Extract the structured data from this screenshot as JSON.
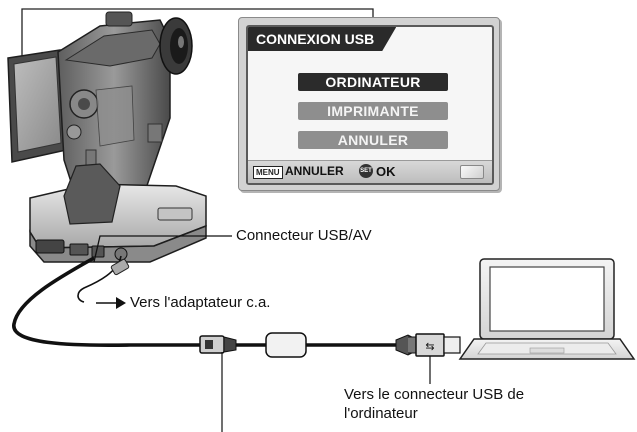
{
  "lcd_menu": {
    "title": "CONNEXION USB",
    "items": [
      {
        "label": "ORDINATEUR",
        "selected": true
      },
      {
        "label": "IMPRIMANTE",
        "selected": false
      },
      {
        "label": "ANNULER",
        "selected": false
      }
    ],
    "footer": {
      "menu_key": "MENU",
      "cancel_label": "ANNULER",
      "set_key": "SET",
      "ok_label": "OK"
    }
  },
  "callouts": {
    "usb_av_connector": "Connecteur USB/AV",
    "ac_adapter": "Vers l'adaptateur c.a.",
    "computer_usb_line1": "Vers le connecteur USB de",
    "computer_usb_line2": "l'ordinateur"
  },
  "icons": [
    "camcorder-icon",
    "docking-station-icon",
    "usb-cable-icon",
    "laptop-icon",
    "battery-icon",
    "set-button-icon"
  ]
}
